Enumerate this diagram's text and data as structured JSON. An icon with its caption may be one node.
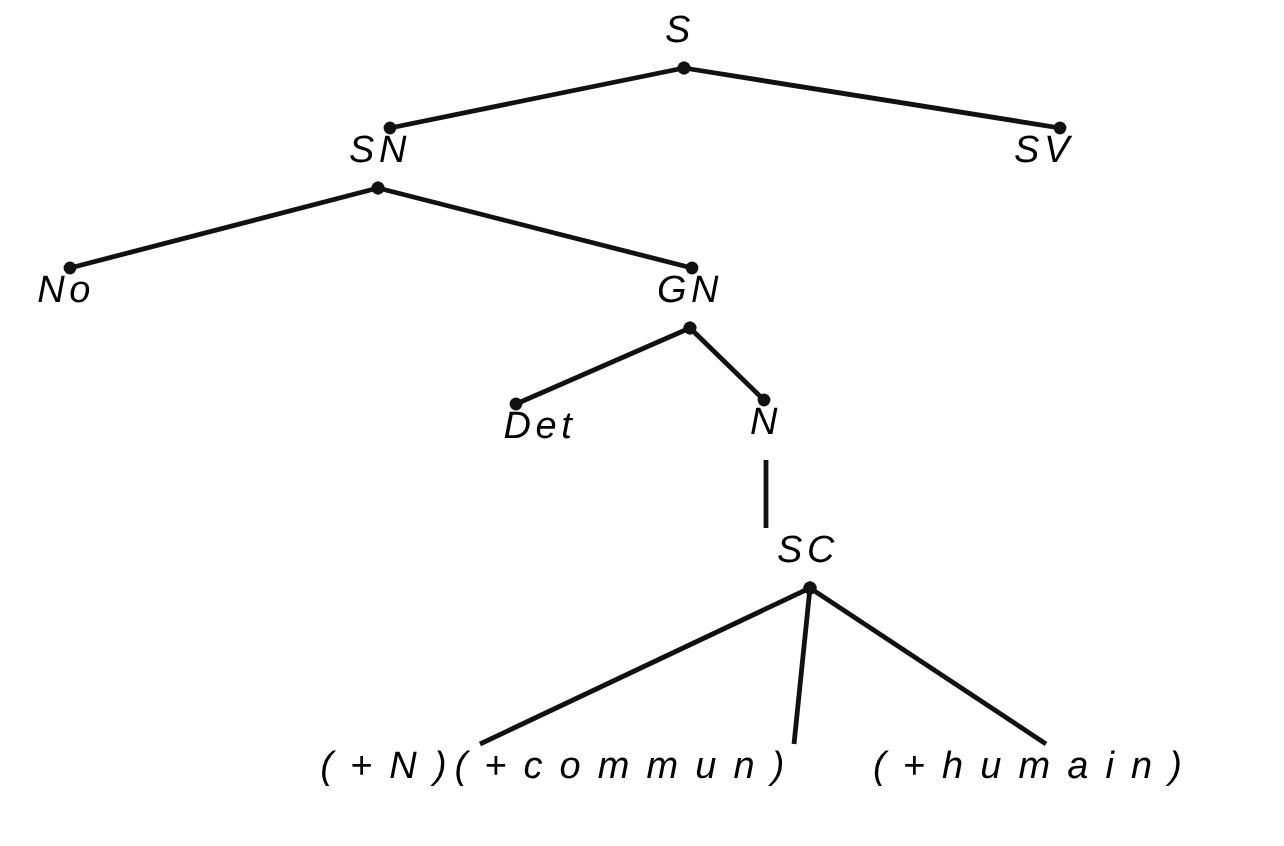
{
  "diagram": {
    "nodes": [
      {
        "text": [
          "S"
        ]
      },
      {
        "text": [
          "SN"
        ]
      },
      {
        "text": [
          "SV"
        ]
      },
      {
        "text": [
          "No"
        ]
      },
      {
        "text": [
          "GN"
        ]
      },
      {
        "text": [
          "Det"
        ]
      },
      {
        "text": [
          "N"
        ]
      },
      {
        "text": [
          "SC"
        ]
      },
      {
        "text": [
          "(+N)"
        ]
      },
      {
        "text": [
          "(+commun)"
        ]
      },
      {
        "text": [
          "(+humain)"
        ]
      }
    ],
    "edges": [
      {
        "from": 0,
        "to": 1,
        "arrow": "other"
      },
      {
        "from": 0,
        "to": 2,
        "arrow": "other"
      },
      {
        "from": 1,
        "to": 3,
        "arrow": "other"
      },
      {
        "from": 1,
        "to": 4,
        "arrow": "other"
      },
      {
        "from": 4,
        "to": 5,
        "arrow": "other"
      },
      {
        "from": 4,
        "to": 6,
        "arrow": "other"
      },
      {
        "from": 6,
        "to": 7,
        "arrow": "none"
      },
      {
        "from": 7,
        "to": 8,
        "arrow": "other"
      },
      {
        "from": 7,
        "to": 9,
        "arrow": "other"
      },
      {
        "from": 7,
        "to": 10,
        "arrow": "other"
      }
    ]
  }
}
